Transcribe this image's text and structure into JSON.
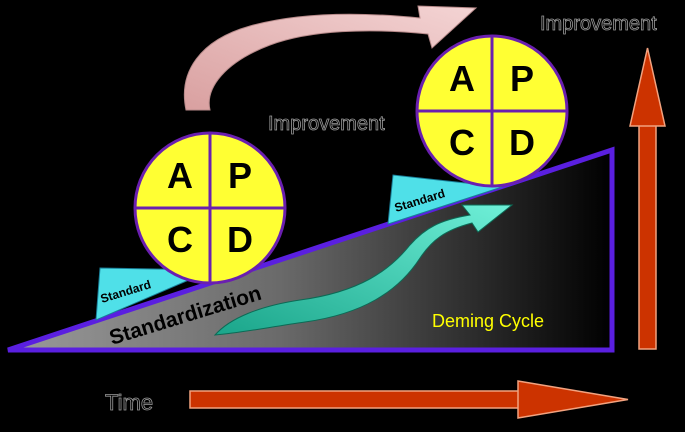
{
  "labels": {
    "improvement_top": "Improvement",
    "improvement_mid": "Improvement",
    "standard_left": "Standard",
    "standard_right": "Standard",
    "standardization": "Standardization",
    "deming_cycle": "Deming Cycle",
    "time": "Time"
  },
  "pdca_left": {
    "top_left": "A",
    "top_right": "P",
    "bottom_left": "C",
    "bottom_right": "D"
  },
  "pdca_right": {
    "top_left": "A",
    "top_right": "P",
    "bottom_left": "C",
    "bottom_right": "D"
  },
  "colors": {
    "background": "#000000",
    "circle_fill": "#ffff33",
    "circle_border": "#6a1fb0",
    "ramp_border": "#5a1fe0",
    "wedge_fill": "#4fe0e8",
    "deming_text": "#ffff00",
    "orange_arrow": "#cc3300",
    "pink_arrow": "#e8b7b7",
    "teal_arrow": "#1fb89a",
    "gray_text": "#000000"
  }
}
